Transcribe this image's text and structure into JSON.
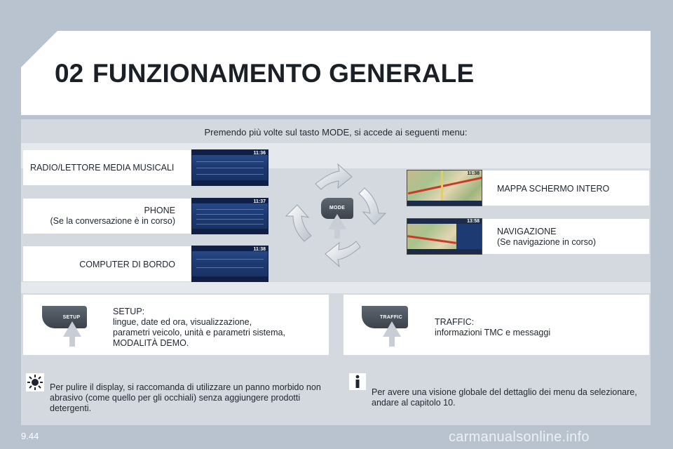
{
  "header": {
    "chapter_number": "02",
    "title": "FUNZIONAMENTO GENERALE"
  },
  "intro": "Premendo più volte sul tasto MODE, si accede ai seguenti menu:",
  "mode_button": {
    "label": "MODE"
  },
  "menus_left": [
    {
      "label": "RADIO/LETTORE MEDIA MUSICALI",
      "screen_time": "11:36"
    },
    {
      "label": "PHONE",
      "sublabel": "(Se la conversazione è in corso)",
      "screen_time": "11:37"
    },
    {
      "label": "COMPUTER DI BORDO",
      "screen_time": "11:38"
    }
  ],
  "menus_right": [
    {
      "label": "MAPPA SCHERMO INTERO",
      "screen_time": "11:38"
    },
    {
      "label": "NAVIGAZIONE",
      "sublabel": "(Se navigazione in corso)",
      "screen_time": "13:58"
    }
  ],
  "setup": {
    "button_label": "SETUP",
    "title": "SETUP:",
    "lines": [
      "lingue, date ed ora, visualizzazione,",
      "parametri veicolo, unità e parametri sistema,",
      "MODALITÀ DEMO."
    ]
  },
  "traffic": {
    "button_label": "TRAFFIC",
    "title": "TRAFFIC:",
    "lines": [
      "informazioni TMC e messaggi"
    ]
  },
  "notes": {
    "cleaning": "Per pulire il display, si raccomanda di utilizzare un panno morbido non abrasivo (come quello per gli occhiali) senza aggiungere prodotti detergenti.",
    "info": "Per avere una visione globale del dettaglio dei menu da selezionare, andare al capitolo 10."
  },
  "page_number": "9.44",
  "watermark": "carmanualsonline.info",
  "icons": {
    "mode_arrows": "cycle-arrows-icon",
    "cleaning_note": "sun-icon",
    "info_note": "info-icon"
  },
  "colors": {
    "page_background": "#b9c3cf",
    "panel": "#d4d9e0",
    "screen_blue": "#1d3a73"
  }
}
